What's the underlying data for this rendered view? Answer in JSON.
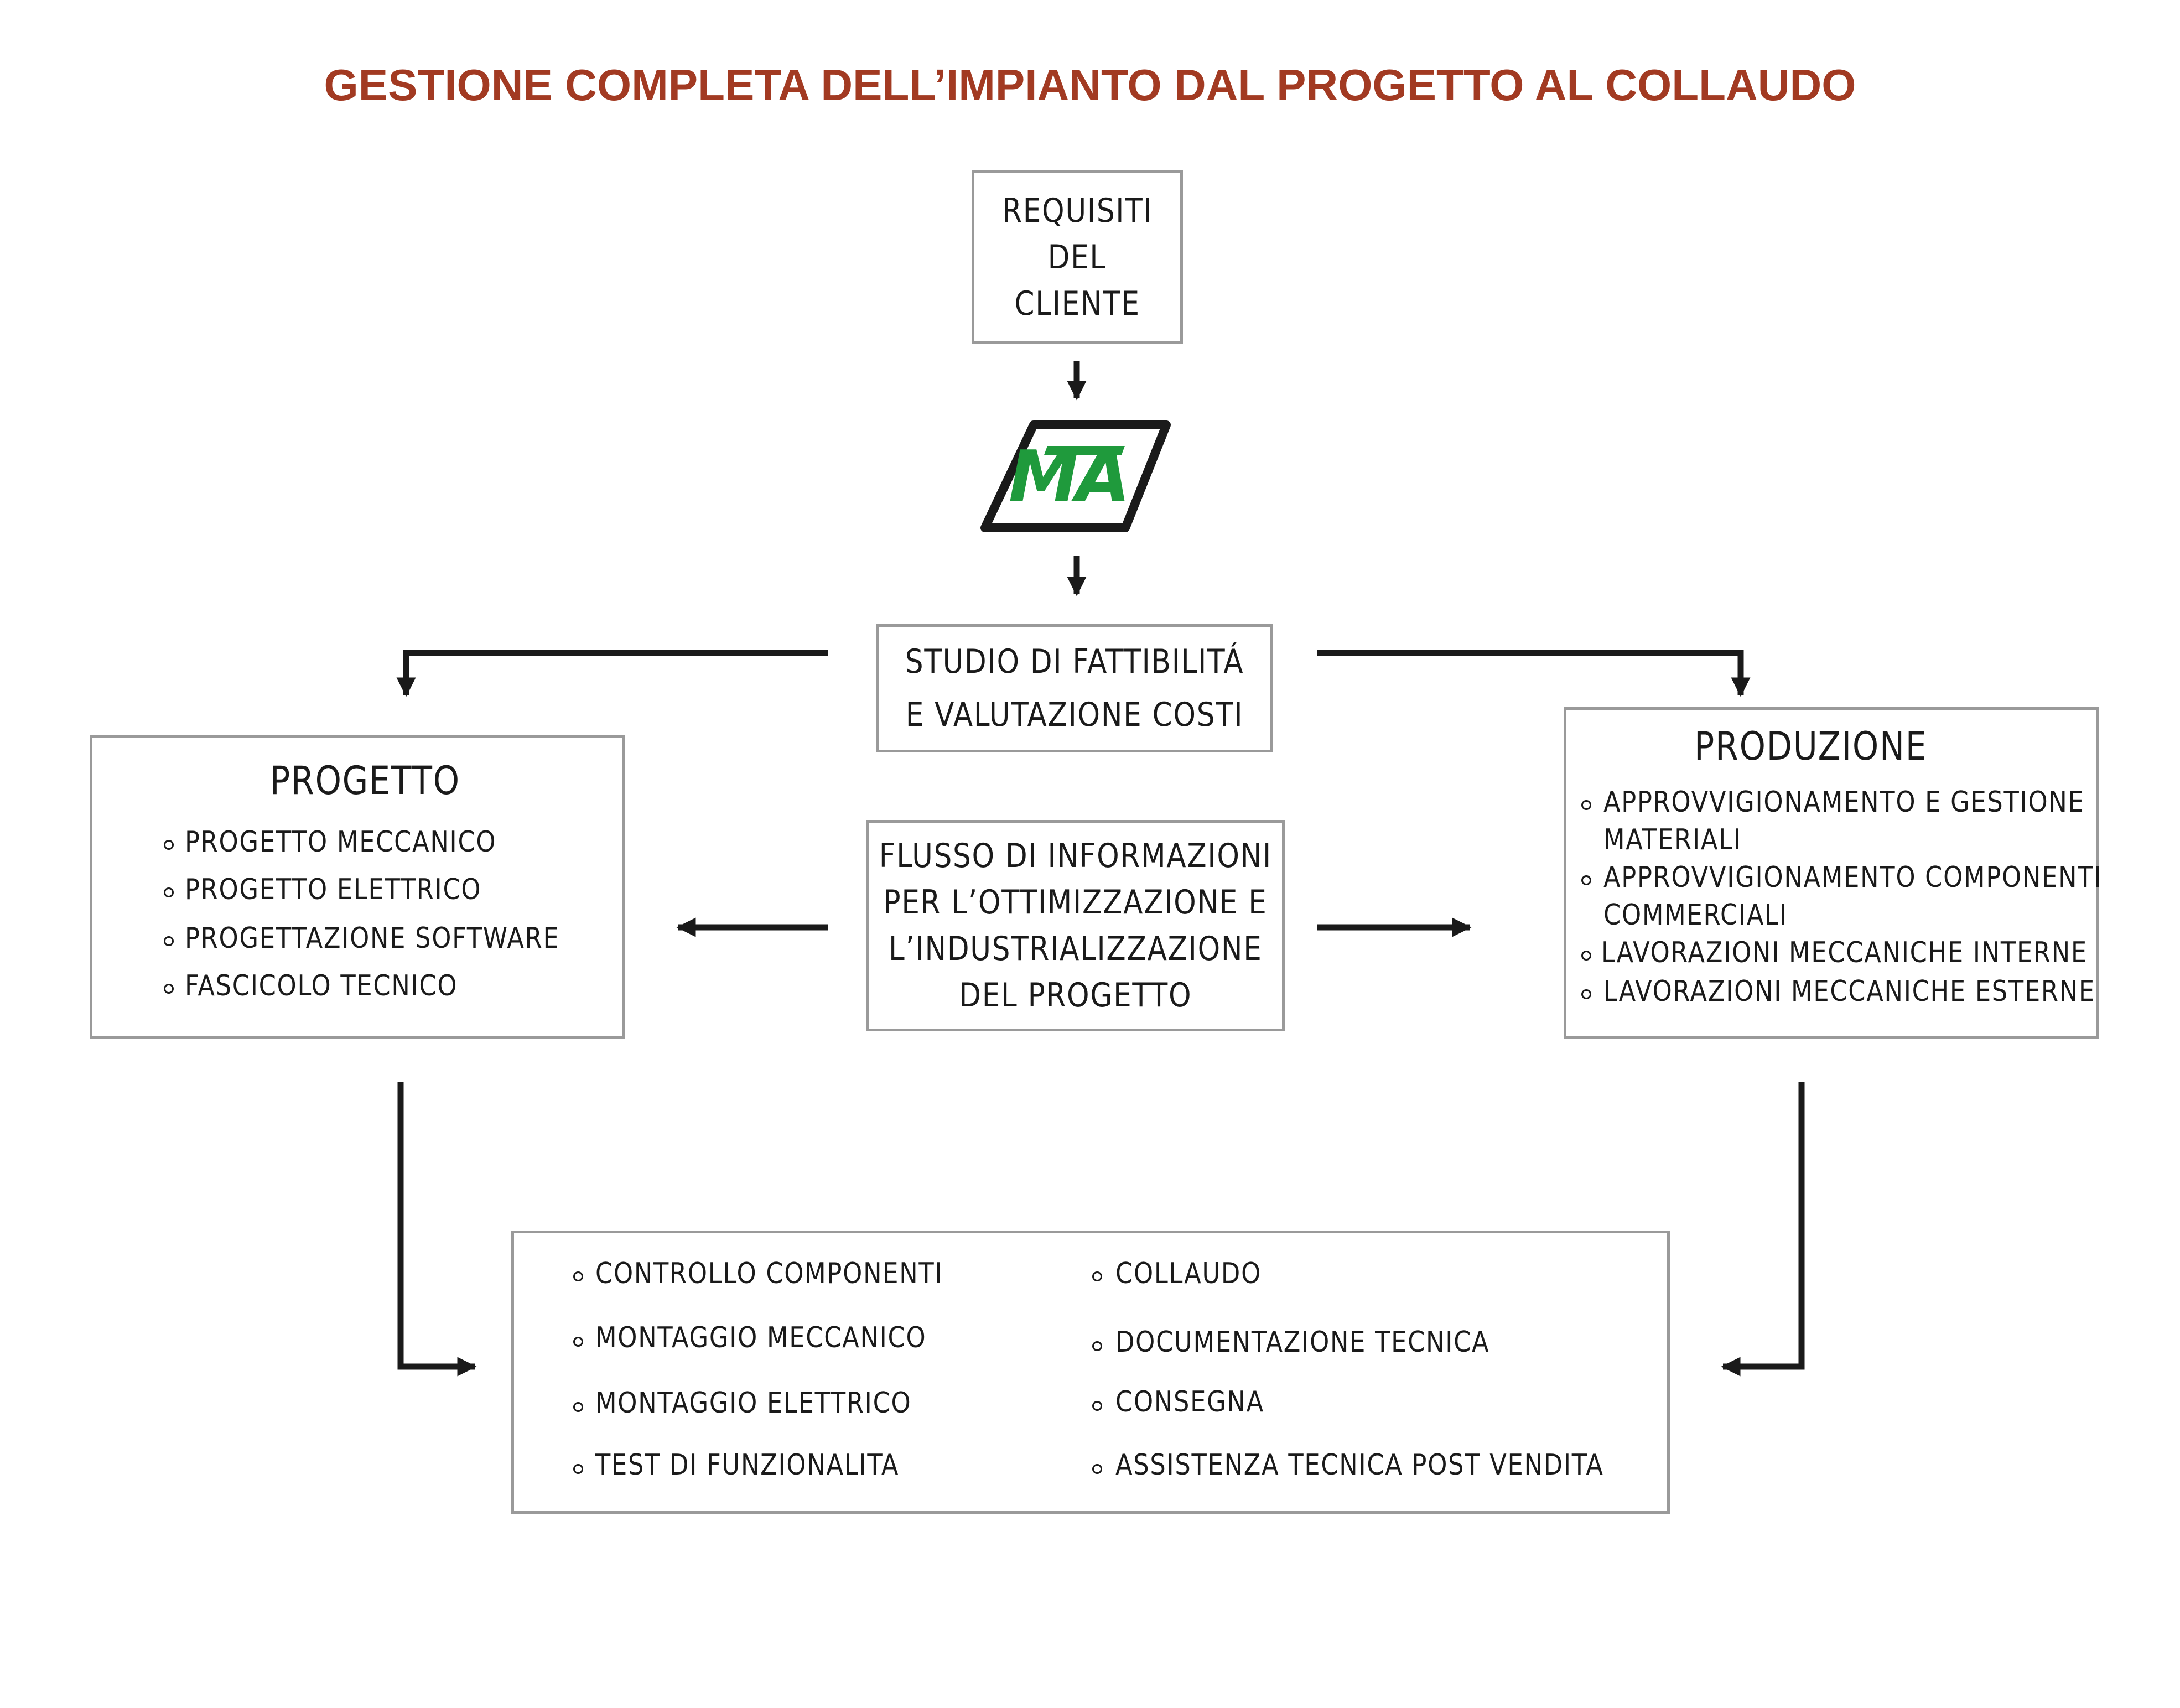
{
  "title": "GESTIONE COMPLETA DELL’IMPIANTO DAL PROGETTO AL COLLAUDO",
  "colors": {
    "title": "#a23a22",
    "logo_green": "#1f9a3c",
    "logo_border": "#1a1a1a",
    "box_border": "#9a9a9a",
    "arrow": "#1a1a1a"
  },
  "requisiti": {
    "lines": [
      "REQUISITI",
      "DEL",
      "CLIENTE"
    ]
  },
  "logo": {
    "text": "MA",
    "icon": "mta-logo-icon"
  },
  "studio": {
    "lines": [
      "STUDIO DI FATTIBILITÁ",
      "E VALUTAZIONE COSTI"
    ]
  },
  "flusso": {
    "lines": [
      "FLUSSO DI INFORMAZIONI",
      "PER L’OTTIMIZZAZIONE E",
      "L’INDUSTRIALIZZAZIONE",
      "DEL PROGETTO"
    ]
  },
  "progetto": {
    "heading": "PROGETTO",
    "items": [
      "PROGETTO MECCANICO",
      "PROGETTO ELETTRICO",
      "PROGETTAZIONE SOFTWARE",
      "FASCICOLO TECNICO"
    ]
  },
  "produzione": {
    "heading": "PRODUZIONE",
    "items": [
      {
        "line1": "APPROVVIGIONAMENTO E GESTIONE",
        "line2": "MATERIALI"
      },
      {
        "line1": "APPROVVIGIONAMENTO COMPONENTI",
        "line2": "COMMERCIALI"
      },
      {
        "line1": "LAVORAZIONI MECCANICHE INTERNE",
        "line2": ""
      },
      {
        "line1": "LAVORAZIONI MECCANICHE ESTERNE",
        "line2": ""
      }
    ]
  },
  "finale": {
    "left": [
      "CONTROLLO COMPONENTI",
      "MONTAGGIO MECCANICO",
      "MONTAGGIO ELETTRICO",
      "TEST DI FUNZIONALITA"
    ],
    "right": [
      "COLLAUDO",
      "DOCUMENTAZIONE TECNICA",
      "CONSEGNA",
      "ASSISTENZA TECNICA POST VENDITA"
    ]
  }
}
